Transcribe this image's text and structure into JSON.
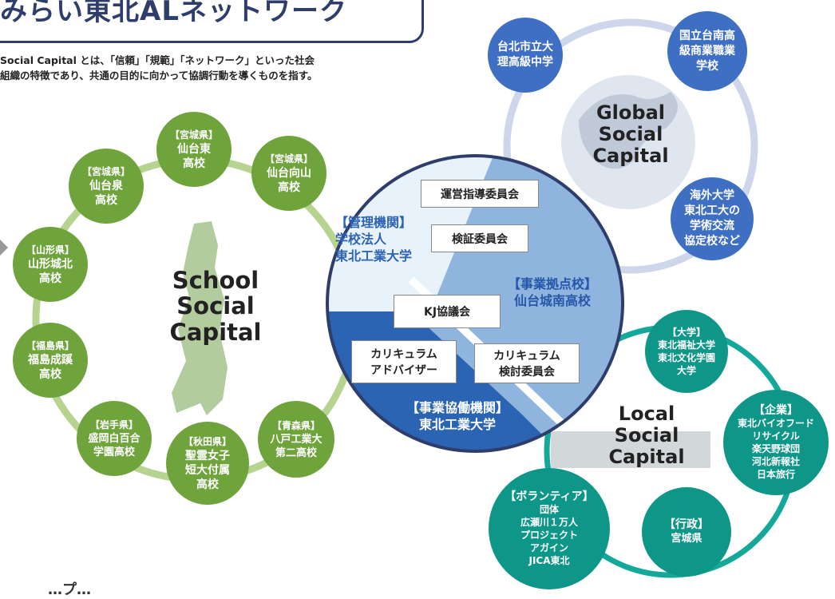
{
  "title": "みらい東北ALネットワーク",
  "description": [
    "Social Capital とは、「信頼」「規範」「ネットワーク」といった社会",
    "組織の特徴であり、共通の目的に向かって協調行動を導くものを指す。"
  ],
  "footer_partial": "…プ…",
  "school": {
    "label": [
      "School",
      "Social",
      "Capital"
    ],
    "nodes": [
      {
        "lines": [
          "【宮城県】",
          "仙台東",
          "高校"
        ]
      },
      {
        "lines": [
          "【宮城県】",
          "仙台向山",
          "高校"
        ]
      },
      {
        "lines": [
          "【宮城県】",
          "仙台泉",
          "高校"
        ]
      },
      {
        "lines": [
          "【山形県】",
          "山形城北",
          "高校"
        ]
      },
      {
        "lines": [
          "【福島県】",
          "福島成蹊",
          "高校"
        ]
      },
      {
        "lines": [
          "【岩手県】",
          "盛岡白百合",
          "学園高校"
        ]
      },
      {
        "lines": [
          "【秋田県】",
          "聖霊女子",
          "短大付属",
          "高校"
        ]
      },
      {
        "lines": [
          "【青森県】",
          "八戸工業大",
          "第二高校"
        ]
      }
    ]
  },
  "global": {
    "label": [
      "Global",
      "Social",
      "Capital"
    ],
    "nodes": [
      {
        "lines": [
          "台北市立大",
          "理高級中学"
        ]
      },
      {
        "lines": [
          "国立台南高",
          "級商業職業",
          "学校"
        ]
      },
      {
        "lines": [
          "海外大学",
          "東北工大の",
          "学術交流",
          "協定校など"
        ]
      }
    ]
  },
  "local": {
    "label": [
      "Local",
      "Social",
      "Capital"
    ],
    "nodes": [
      {
        "lines": [
          "【大学】",
          "東北福祉大学",
          "東北文化学園",
          "大学"
        ]
      },
      {
        "lines": [
          "【企業】",
          "東北バイオフード",
          "リサイクル",
          "楽天野球団",
          "河北新報社",
          "日本旅行"
        ]
      },
      {
        "lines": [
          "【行政】",
          "宮城県"
        ]
      },
      {
        "lines": [
          "【ボランティア】",
          "団体",
          "広瀬川１万人",
          "プロジェクト",
          "アガイン",
          "JICA東北"
        ]
      }
    ]
  },
  "center": {
    "management": [
      "【管理機関】",
      "学校法人",
      "東北工業大学"
    ],
    "base_school": [
      "【事業拠点校】",
      "仙台城南高校"
    ],
    "cooperation": [
      "【事業協働機関】",
      "東北工業大学"
    ],
    "boxes": {
      "steering": "運営指導委員会",
      "verification": "検証委員会",
      "kj": "KJ協議会",
      "advisor": [
        "カリキュラム",
        "アドバイザー"
      ],
      "curriculum_committee": [
        "カリキュラム",
        "検討委員会"
      ]
    }
  },
  "colors": {
    "green": "#6fa33c",
    "blue": "#3f6fc2",
    "teal": "#0e9689",
    "navy": "#2f3d6b",
    "center_dark": "#2a64b3",
    "center_mid": "#8fb4de",
    "center_light": "#e8f2fa"
  }
}
